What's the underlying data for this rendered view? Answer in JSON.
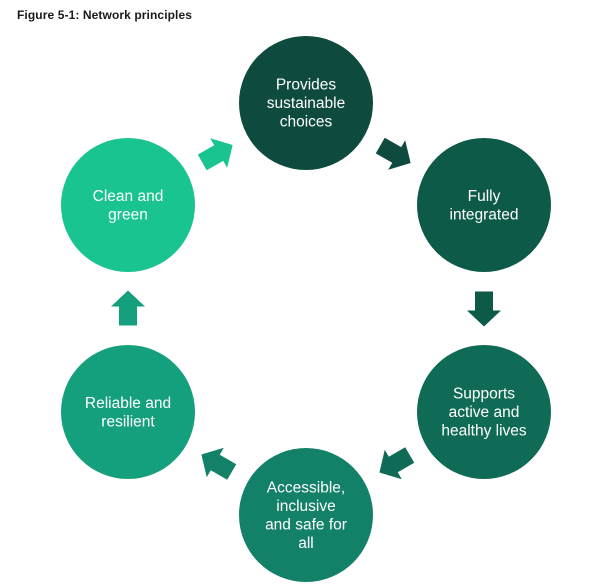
{
  "title": "Figure 5-1: Network principles",
  "colors": {
    "dark": "#0c4a3d",
    "mid": "#0f6b55",
    "teal": "#13896c",
    "light": "#18c28d"
  },
  "nodes": [
    {
      "id": "provides",
      "lines": [
        "Provides",
        "sustainable",
        "choices"
      ],
      "color": "#0e4b3e"
    },
    {
      "id": "integrated",
      "lines": [
        "Fully",
        "integrated"
      ],
      "color": "#0e5a48"
    },
    {
      "id": "supports",
      "lines": [
        "Supports",
        "active and",
        "healthy lives"
      ],
      "color": "#0f6b55"
    },
    {
      "id": "accessible",
      "lines": [
        "Accessible,",
        "inclusive",
        "and safe for",
        "all"
      ],
      "color": "#138068"
    },
    {
      "id": "reliable",
      "lines": [
        "Reliable and",
        "resilient"
      ],
      "color": "#14a07d"
    },
    {
      "id": "clean",
      "lines": [
        "Clean and",
        "green"
      ],
      "color": "#19c490"
    }
  ],
  "arrows": [
    {
      "from": "provides",
      "to": "integrated",
      "color": "#0e4b3e"
    },
    {
      "from": "integrated",
      "to": "supports",
      "color": "#0e5a48"
    },
    {
      "from": "supports",
      "to": "accessible",
      "color": "#0f6b55"
    },
    {
      "from": "accessible",
      "to": "reliable",
      "color": "#138068"
    },
    {
      "from": "reliable",
      "to": "clean",
      "color": "#14a07d"
    },
    {
      "from": "clean",
      "to": "provides",
      "color": "#19c490"
    }
  ]
}
